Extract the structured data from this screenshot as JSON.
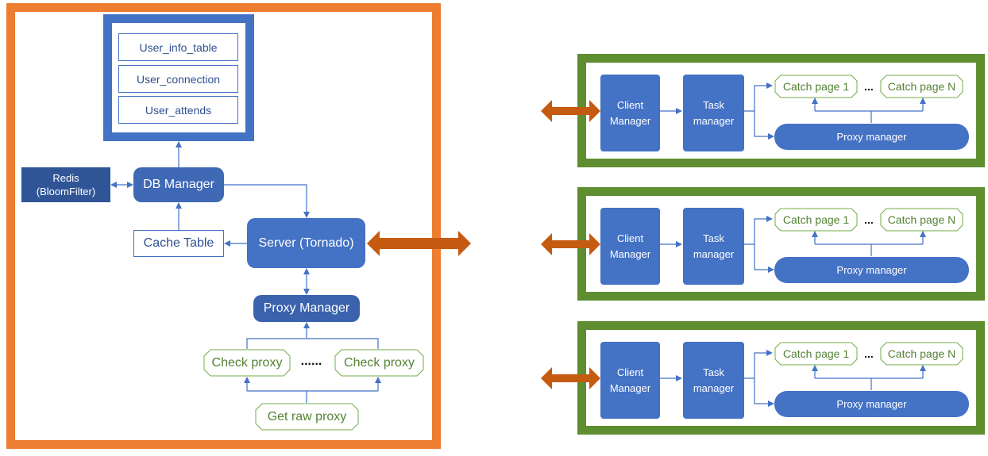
{
  "server": {
    "tables": [
      "User_info_table",
      "User_connection",
      "User_attends"
    ],
    "redis": "Redis\n(BloomFilter)",
    "db_manager": "DB Manager",
    "cache_table": "Cache Table",
    "server": "Server (Tornado)",
    "proxy_manager": "Proxy Manager",
    "check_proxy_left": "Check proxy",
    "check_proxy_right": "Check proxy",
    "dots": "......",
    "get_raw_proxy": "Get raw proxy"
  },
  "clients": [
    {
      "client_manager": "Client\nManager",
      "task_manager": "Task\nmanager",
      "catch_page_1": "Catch page 1",
      "dots": "...",
      "catch_page_n": "Catch page N",
      "proxy_manager": "Proxy manager"
    },
    {
      "client_manager": "Client\nManager",
      "task_manager": "Task\nmanager",
      "catch_page_1": "Catch page 1",
      "dots": "...",
      "catch_page_n": "Catch page N",
      "proxy_manager": "Proxy manager"
    },
    {
      "client_manager": "Client\nManager",
      "task_manager": "Task\nmanager",
      "catch_page_1": "Catch page 1",
      "dots": "...",
      "catch_page_n": "Catch page N",
      "proxy_manager": "Proxy manager"
    }
  ],
  "colors": {
    "server_border": "#ED7D31",
    "db_border": "#4472C4",
    "box_blue": "#4472C4",
    "box_dark": "#2F5597",
    "client_border": "#5E8E2F",
    "green_text": "#548235",
    "arrow_orange": "#C55A11"
  }
}
